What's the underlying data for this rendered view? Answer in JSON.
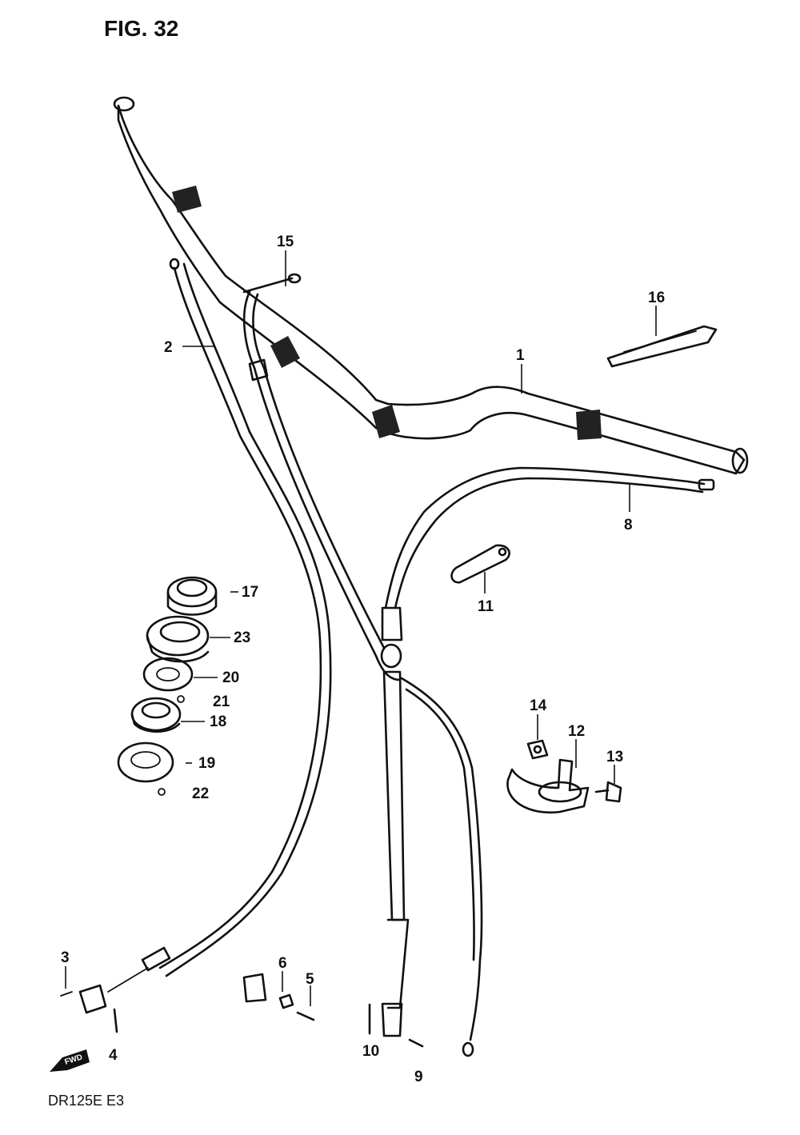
{
  "figure": {
    "title": "FIG. 32",
    "model_code": "DR125E  E3",
    "forward_marker": "FWD"
  },
  "parts": [
    {
      "id": "handlebar",
      "label": "1"
    },
    {
      "id": "throttle-cable",
      "label": "2"
    },
    {
      "id": "cable-end-3",
      "label": "3"
    },
    {
      "id": "cable-end-4",
      "label": "4"
    },
    {
      "id": "small-part-5",
      "label": "5"
    },
    {
      "id": "small-part-6",
      "label": "6"
    },
    {
      "id": "clutch-cable",
      "label": "8"
    },
    {
      "id": "cable-end-9",
      "label": "9"
    },
    {
      "id": "cable-end-10",
      "label": "10"
    },
    {
      "id": "cable-guide-11",
      "label": "11"
    },
    {
      "id": "clamp-12",
      "label": "12"
    },
    {
      "id": "bolt-13",
      "label": "13"
    },
    {
      "id": "nut-14",
      "label": "14"
    },
    {
      "id": "band-15",
      "label": "15"
    },
    {
      "id": "strap-16",
      "label": "16"
    },
    {
      "id": "ring-17",
      "label": "17"
    },
    {
      "id": "ring-18",
      "label": "18"
    },
    {
      "id": "ring-19",
      "label": "19"
    },
    {
      "id": "ring-20",
      "label": "20"
    },
    {
      "id": "ring-21",
      "label": "21"
    },
    {
      "id": "ring-22",
      "label": "22"
    },
    {
      "id": "ring-23",
      "label": "23"
    }
  ]
}
